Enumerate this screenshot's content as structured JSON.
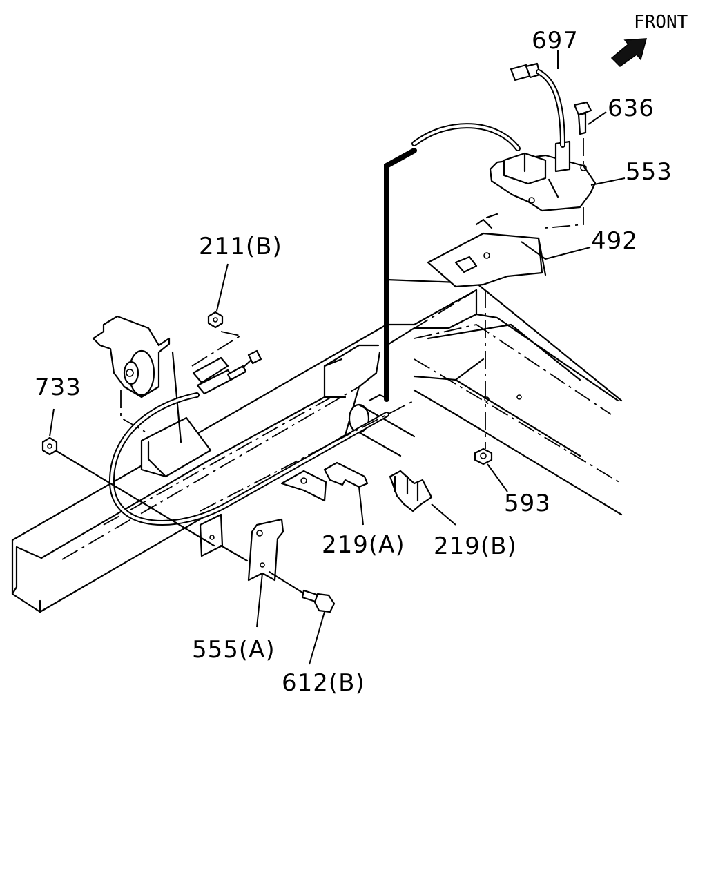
{
  "header": {
    "front_label": "FRONT",
    "arrow_icon": "front-arrow-icon"
  },
  "callouts": [
    {
      "id": "697",
      "label": "697"
    },
    {
      "id": "636",
      "label": "636"
    },
    {
      "id": "553",
      "label": "553"
    },
    {
      "id": "492",
      "label": "492"
    },
    {
      "id": "211b",
      "label": "211(B)"
    },
    {
      "id": "733",
      "label": "733"
    },
    {
      "id": "593",
      "label": "593"
    },
    {
      "id": "219a",
      "label": "219(A)"
    },
    {
      "id": "219b",
      "label": "219(B)"
    },
    {
      "id": "555a",
      "label": "555(A)"
    },
    {
      "id": "612b",
      "label": "612(B)"
    }
  ]
}
